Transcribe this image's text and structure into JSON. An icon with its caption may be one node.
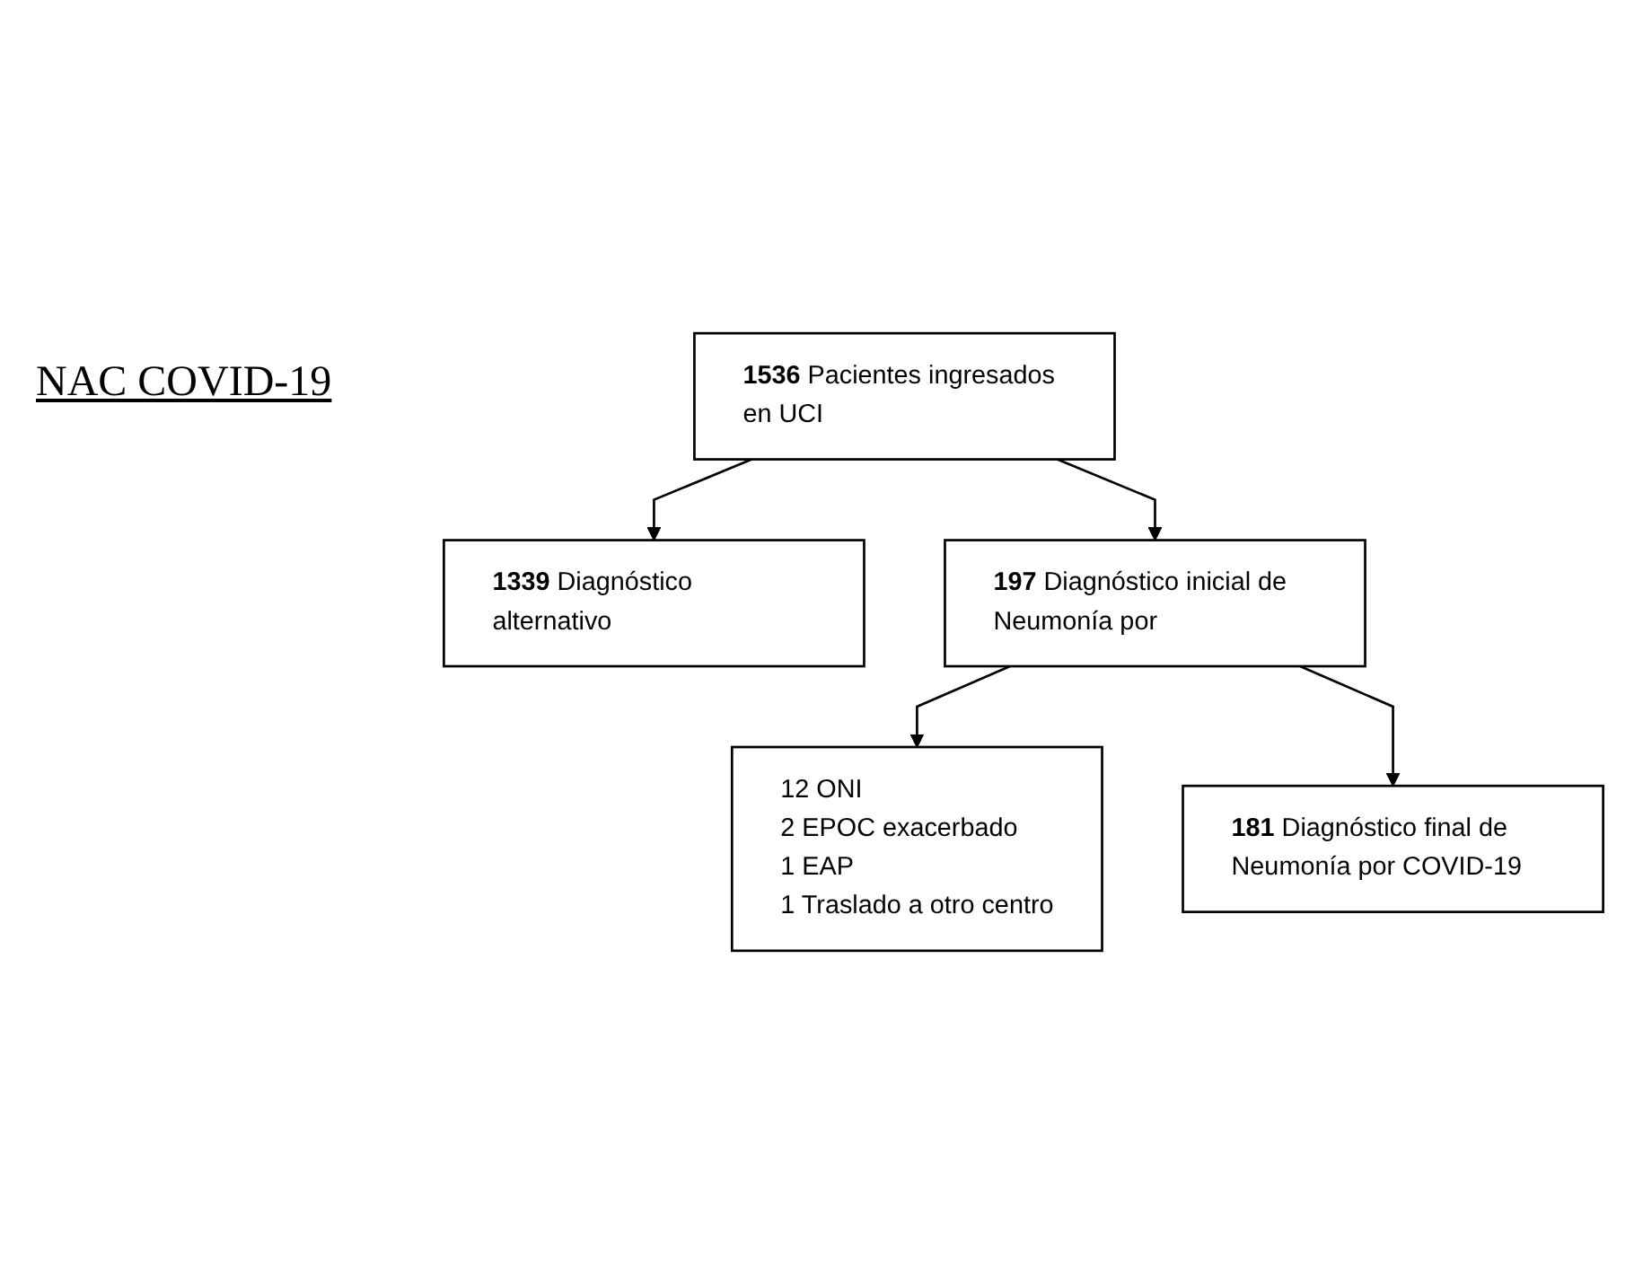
{
  "diagram": {
    "nodes": [
      {
        "text": [
          "**1536** Pacientes ingresados en UCI"
        ]
      },
      {
        "text": [
          "**1339** Diagnóstico alternativo"
        ]
      },
      {
        "text": [
          "**197** Diagnóstico inicial de Neumonía por"
        ]
      },
      {
        "text": [
          "12 ONI",
          "2  EPOC exacerbado",
          "1 EAP",
          "1 Traslado a otro centro"
        ]
      },
      {
        "text": [
          "**181** Diagnóstico final de Neumonía por COVID-19"
        ]
      }
    ],
    "edges": [
      {
        "from": 0,
        "to": 1,
        "arrow": "to"
      },
      {
        "from": 0,
        "to": 2,
        "arrow": "to"
      },
      {
        "from": 2,
        "to": 3,
        "arrow": "to"
      },
      {
        "from": 2,
        "to": 4,
        "arrow": "to"
      }
    ],
    "labels": [
      "NAC COVID-19"
    ]
  }
}
